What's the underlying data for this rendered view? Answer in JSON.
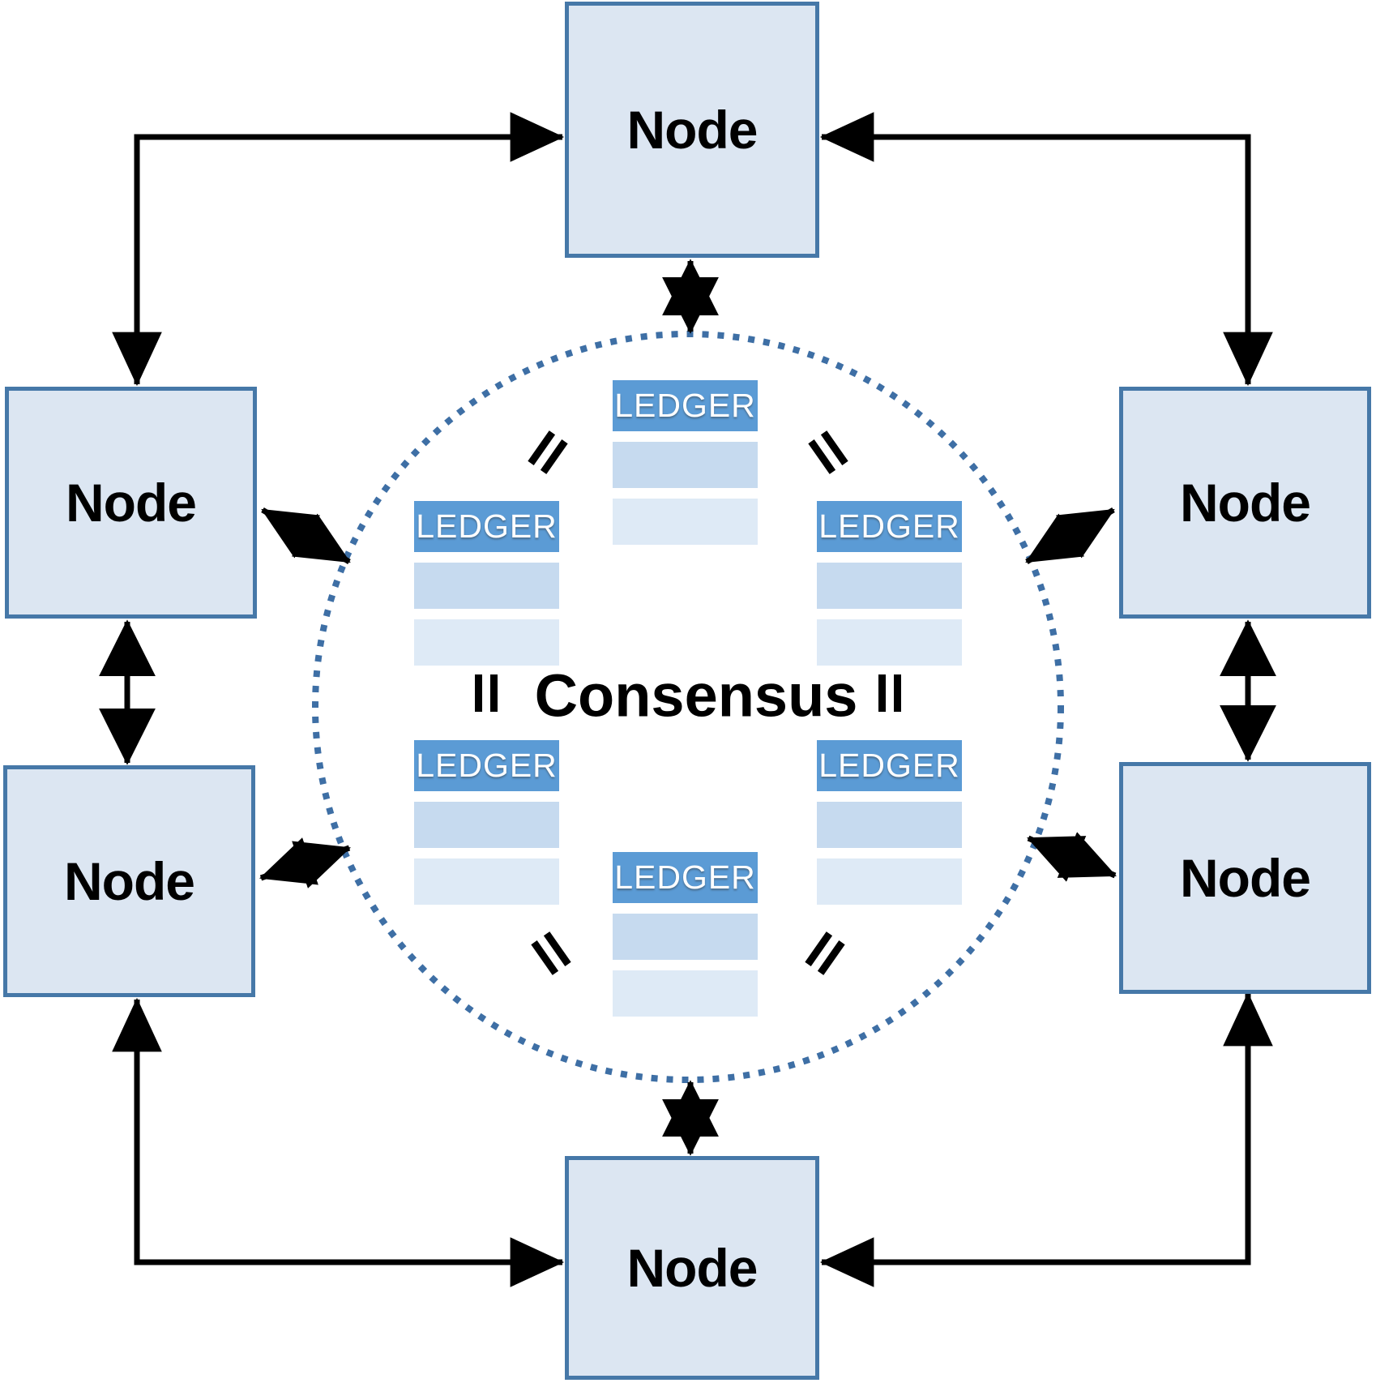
{
  "title": "P2P blockchain consensus diagram",
  "colors": {
    "node_fill": "#dce6f2",
    "node_border": "#4678a8",
    "ledger_header": "#5b9bd5",
    "ledger_row1": "#c6daef",
    "ledger_row2": "#deeaf6",
    "ledger_text": "#ffffff",
    "circle_dotted": "#3e6fa5",
    "arrow": "#000000",
    "text": "#000000"
  },
  "center": {
    "title": "Consensus"
  },
  "nodes": [
    {
      "id": "top",
      "label": "Node"
    },
    {
      "id": "left-upper",
      "label": "Node"
    },
    {
      "id": "left-lower",
      "label": "Node"
    },
    {
      "id": "right-upper",
      "label": "Node"
    },
    {
      "id": "right-lower",
      "label": "Node"
    },
    {
      "id": "bottom",
      "label": "Node"
    }
  ],
  "ledgers": [
    {
      "position": "top-center",
      "label": "LEDGER",
      "rows": 2
    },
    {
      "position": "upper-left",
      "label": "LEDGER",
      "rows": 2
    },
    {
      "position": "upper-right",
      "label": "LEDGER",
      "rows": 2
    },
    {
      "position": "lower-left",
      "label": "LEDGER",
      "rows": 2
    },
    {
      "position": "lower-right",
      "label": "LEDGER",
      "rows": 2
    },
    {
      "position": "bottom-center",
      "label": "LEDGER",
      "rows": 2
    }
  ],
  "icons": {
    "equals": "="
  }
}
